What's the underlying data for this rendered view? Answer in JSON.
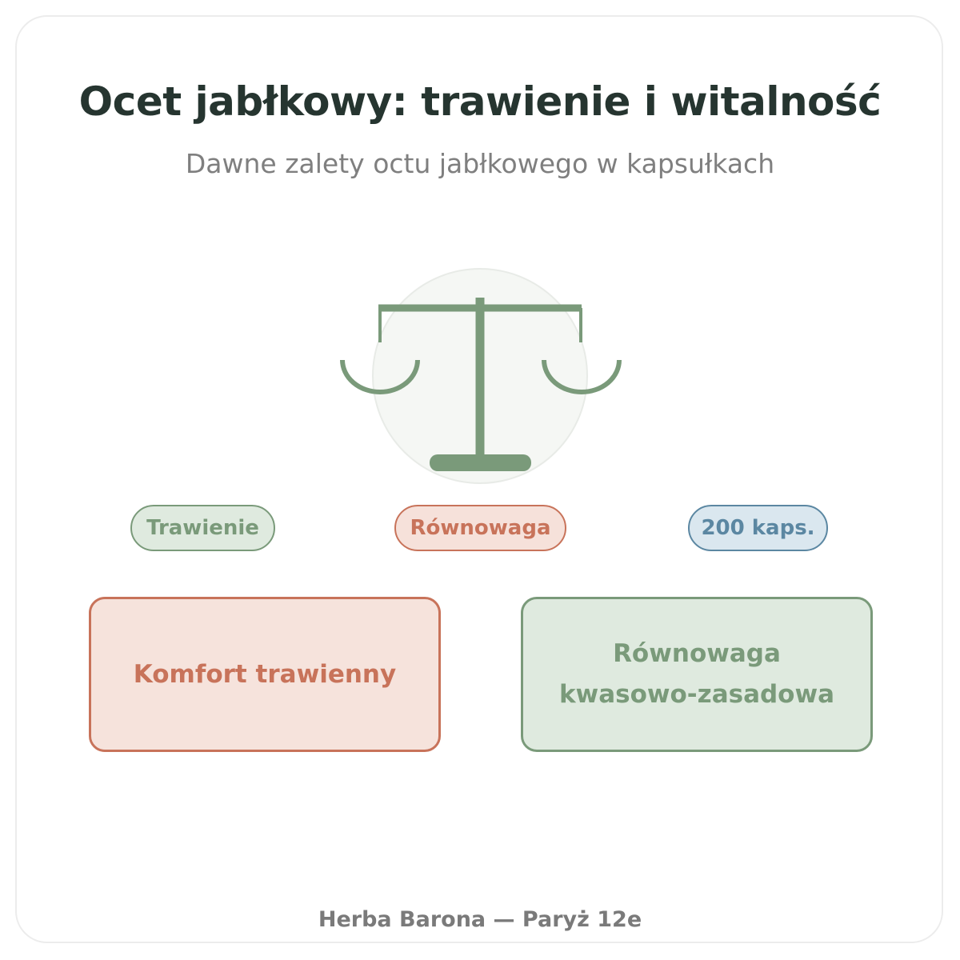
{
  "header": {
    "title": "Ocet jabłkowy: trawienie i witalność",
    "subtitle": "Dawne zalety octu jabłkowego w kapsułkach"
  },
  "illustration": {
    "icon": "balance-scale-icon"
  },
  "chips": {
    "digestion": "Trawienie",
    "balance": "Równowaga",
    "capsules": "200 kaps."
  },
  "benefits": {
    "left_line1": "Komfort trawienny",
    "right_line1": "Równowaga",
    "right_line2": "kwasowo-zasadowa"
  },
  "footer": {
    "text": "Herba Barona — Paryż 12e"
  },
  "colors": {
    "green": "#7a9a7a",
    "green_bg": "#dfeadf",
    "orange": "#c8735a",
    "orange_bg": "#f6e3dc",
    "blue": "#5b87a2",
    "blue_bg": "#dae7ef",
    "title": "#263530"
  }
}
